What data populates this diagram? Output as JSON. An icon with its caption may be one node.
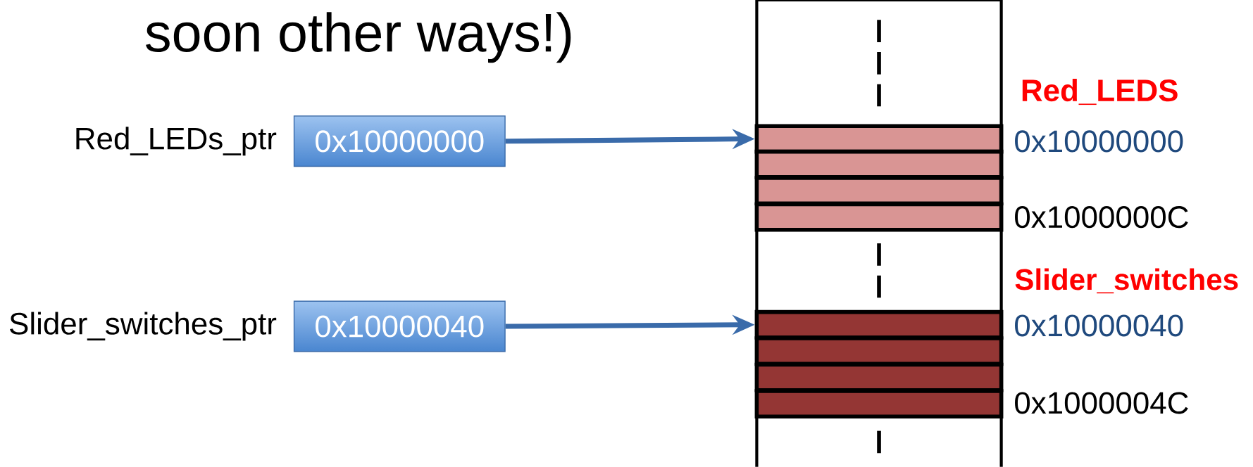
{
  "diagram": {
    "nodes": [
      {
        "text": [
          "0x10000000"
        ],
        "beside": [
          "Red_LEDs_ptr"
        ]
      },
      {
        "text": [
          "0x10000040"
        ],
        "beside": [
          "Slider_switches_ptr"
        ]
      },
      {
        "text": [],
        "shape": "box"
      },
      {
        "text": [],
        "shape": "bar",
        "in": 2
      },
      {
        "text": [],
        "shape": "bar",
        "in": 2
      },
      {
        "text": [],
        "shape": "bar",
        "in": 2
      },
      {
        "text": [],
        "shape": "bar",
        "in": 2
      },
      {
        "text": [],
        "shape": "bar",
        "in": 2
      },
      {
        "text": [],
        "shape": "bar",
        "in": 2
      },
      {
        "text": [],
        "shape": "bar",
        "in": 2
      },
      {
        "text": [],
        "shape": "bar",
        "in": 2
      }
    ],
    "edges": [
      {
        "from": 0,
        "to": 3,
        "arrow": "to"
      },
      {
        "from": 1,
        "to": 7,
        "arrow": "to"
      }
    ],
    "labels": [
      "soon other ways!)",
      "Red_LEDS",
      "0x10000000",
      "0x1000000C",
      "Slider_switches",
      "0x10000040",
      "0x1000004C"
    ]
  }
}
